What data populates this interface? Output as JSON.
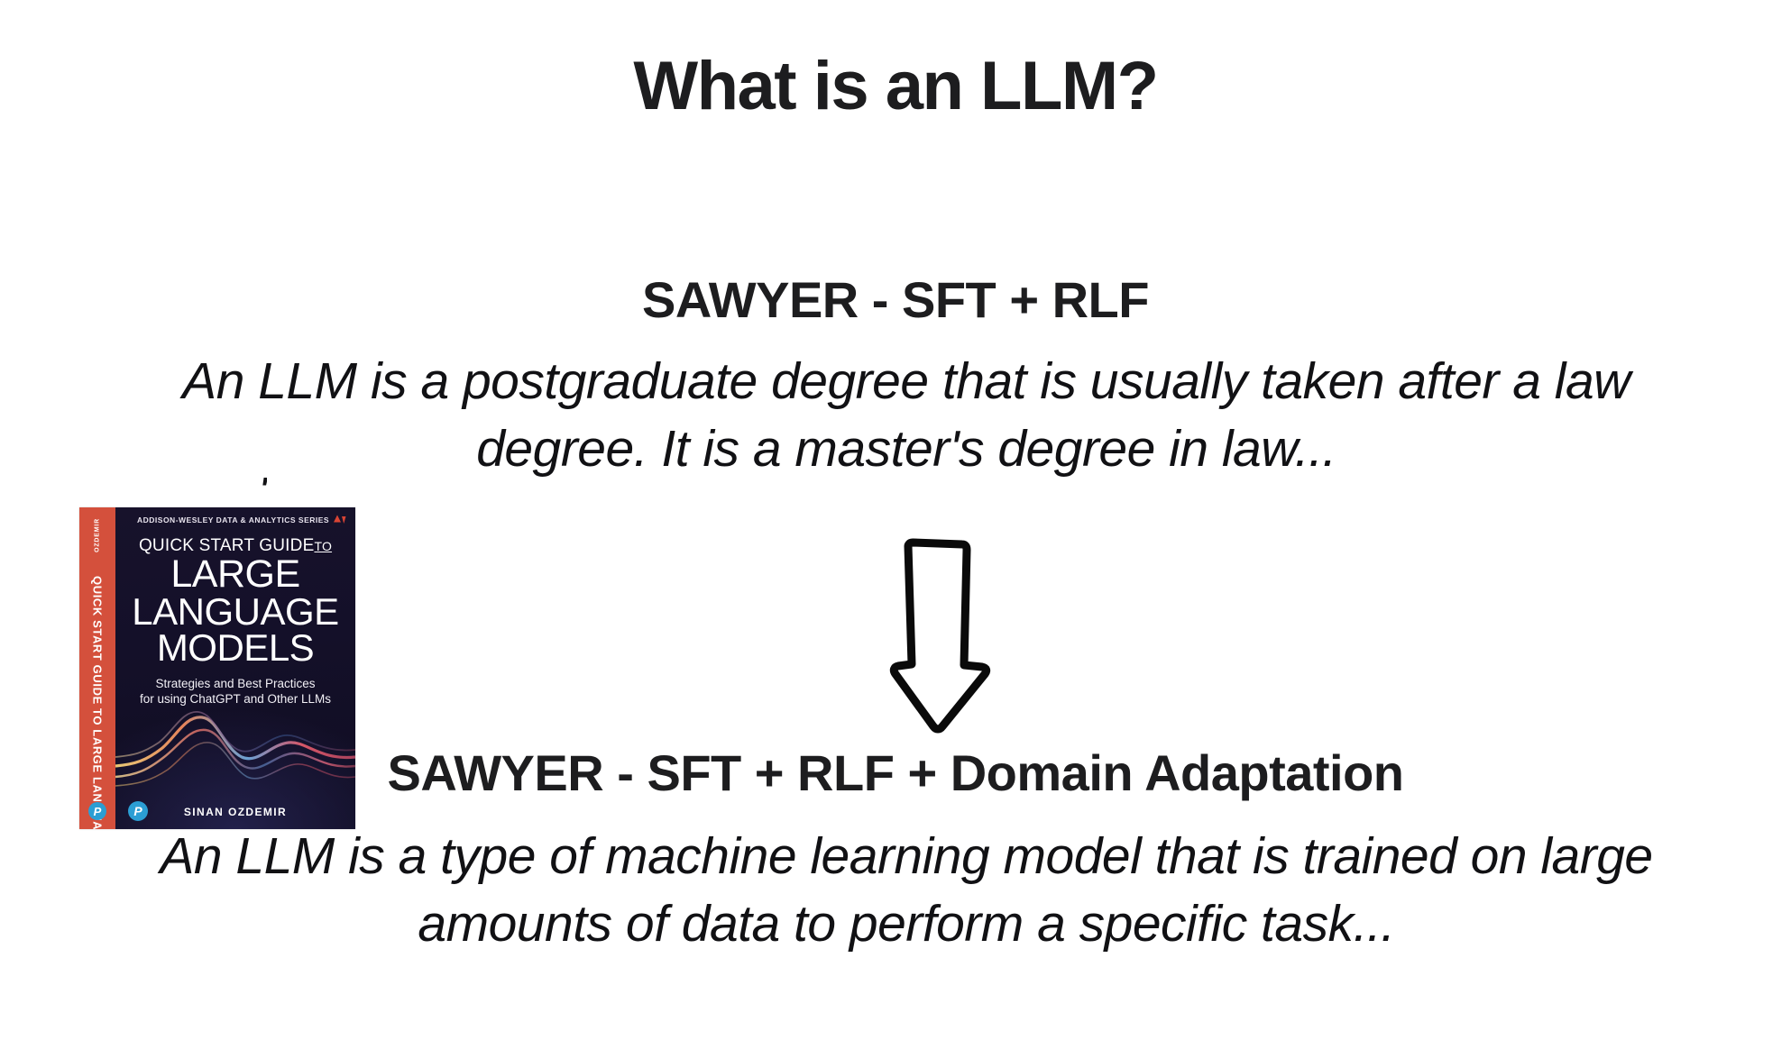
{
  "slide": {
    "title": "What is an LLM?",
    "background_color": "#ffffff",
    "text_color": "#1d1d1f"
  },
  "sections": [
    {
      "heading": "SAWYER - SFT + RLF",
      "body": "An LLM is a postgraduate degree that is usually taken after a law degree. It is a master's degree in law..."
    },
    {
      "heading": "SAWYER - SFT + RLF + Domain Adaptation",
      "body": "An LLM is a type of machine learning model that is trained on large amounts of data to perform a specific task..."
    }
  ],
  "arrow": {
    "name": "down-arrow",
    "direction": "down",
    "style": "hand-drawn outline",
    "color": "#000000"
  },
  "book_cover": {
    "series": "ADDISON-WESLEY DATA & ANALYTICS SERIES",
    "kicker": "QUICK START GUIDE",
    "kicker_sup": "TO",
    "title_line_1": "LARGE",
    "title_line_2": "LANGUAGE",
    "title_line_3": "MODELS",
    "subtitle_line_1": "Strategies and Best Practices",
    "subtitle_line_2": "for using ChatGPT and Other LLMs",
    "author": "SINAN OZDEMIR",
    "publisher_logo": "P",
    "spine_author": "OZDEMIR",
    "spine_title": "QUICK START GUIDE TO LARGE LANGUAGE MODELS",
    "spine_color": "#d4503c",
    "cover_color": "#141029"
  },
  "occluded_text": "'"
}
